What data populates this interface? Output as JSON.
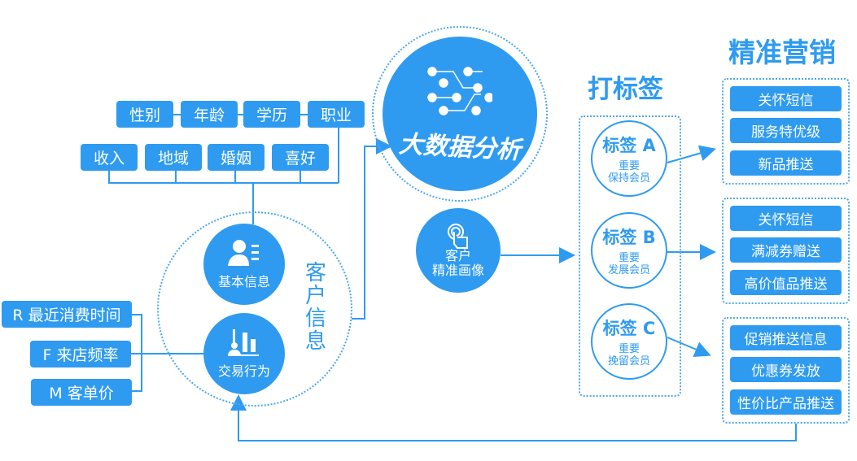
{
  "basic_attrs_row1": [
    "性别",
    "年龄",
    "学历",
    "职业"
  ],
  "basic_attrs_row2": [
    "收入",
    "地域",
    "婚姻",
    "喜好"
  ],
  "rfm": [
    "R 最近消费时间",
    "F 来店频率",
    "M 客单价"
  ],
  "basic_info": {
    "label": "基本信息",
    "icon": "user-list-icon"
  },
  "transaction": {
    "label": "交易行为",
    "icon": "bar-chart-user-icon"
  },
  "customer_info_label": "客户信息",
  "big_data": {
    "label": "大数据分析",
    "icon": "network-nodes-icon"
  },
  "portrait": {
    "line1": "客户",
    "line2": "精准画像",
    "icon": "touch-hand-icon"
  },
  "tagging_title": "打标签",
  "tags": [
    {
      "name": "标签 A",
      "line1": "重要",
      "line2": "保持会员"
    },
    {
      "name": "标签 B",
      "line1": "重要",
      "line2": "发展会员"
    },
    {
      "name": "标签 C",
      "line1": "重要",
      "line2": "挽留会员"
    }
  ],
  "marketing_title": "精准营销",
  "marketing_groups": [
    [
      "关怀短信",
      "服务特优级",
      "新品推送"
    ],
    [
      "关怀短信",
      "满减券赠送",
      "高价值品推送"
    ],
    [
      "促销推送信息",
      "优惠券发放",
      "性价比产品推送"
    ]
  ],
  "colors": {
    "primary": "#2e9bf0"
  }
}
